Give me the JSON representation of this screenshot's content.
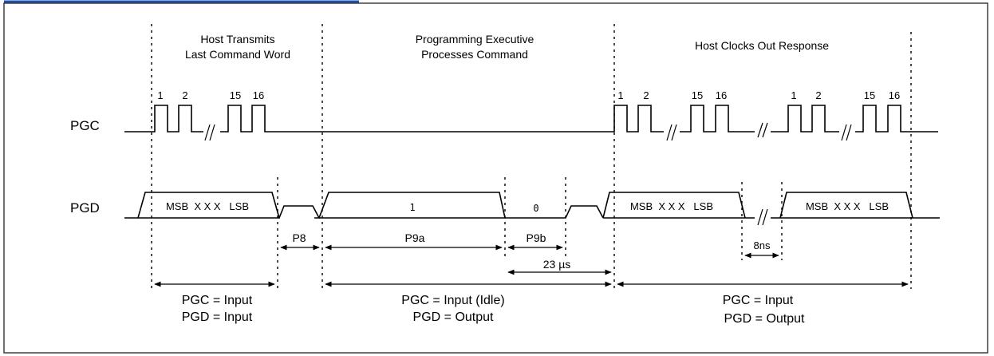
{
  "phases": {
    "host_transmits_line1": "Host Transmits",
    "host_transmits_line2": "Last Command Word",
    "executive_line1": "Programming Executive",
    "executive_line2": "Processes Command",
    "host_clocks": "Host Clocks Out Response"
  },
  "signals": {
    "pgc": "PGC",
    "pgd": "PGD"
  },
  "clock_labels": {
    "first": "1",
    "second": "2",
    "fifteenth": "15",
    "sixteenth": "16"
  },
  "data_words": {
    "word1": "MSB  X X X   LSB",
    "word2": "MSB  X X X   LSB",
    "word3": "MSB  X X X   LSB"
  },
  "levels": {
    "one": "1",
    "zero": "0"
  },
  "timing": {
    "p8": "P8",
    "p9a": "P9a",
    "p9b": "P9b",
    "t23": "23 µs",
    "t8ns": "8ns"
  },
  "states": {
    "seg1_pgc": "PGC = Input",
    "seg1_pgd": "PGD = Input",
    "seg2_pgc": "PGC = Input (Idle)",
    "seg2_pgd": "PGD = Output",
    "seg3_pgc": "PGC = Input",
    "seg3_pgd": "PGD = Output"
  },
  "colors": {
    "top_accent": "#1f4fa8",
    "frame": "#333333",
    "ink": "#000000"
  }
}
